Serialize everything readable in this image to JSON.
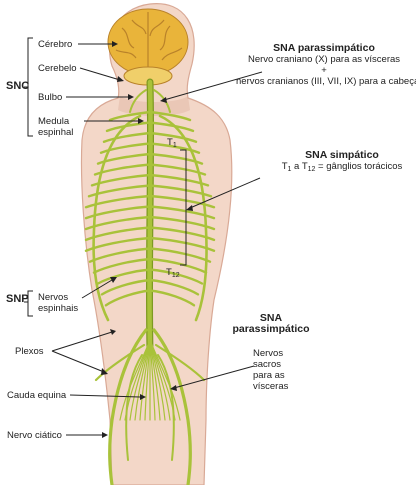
{
  "groups": {
    "snc": "SNC",
    "snp": "SNP"
  },
  "labels": {
    "cerebro": "Cérebro",
    "cerebelo": "Cerebelo",
    "bulbo": "Bulbo",
    "medula_l1": "Medula",
    "medula_l2": "espinhal",
    "nervos_espinhais_l1": "Nervos",
    "nervos_espinhais_l2": "espinhais",
    "plexos": "Plexos",
    "cauda_equina": "Cauda equina",
    "nervo_ciatico": "Nervo ciático",
    "t1": "T",
    "t1_sub": "1",
    "t12": "T",
    "t12_sub": "12"
  },
  "sna_parassimpatico_top": {
    "title": "SNA parassimpático",
    "line1": "Nervo craniano (X) para as vísceras",
    "line2": "+",
    "line3": "nervos cranianos (III, VII, IX) para a cabeça"
  },
  "sna_simpatico": {
    "title": "SNA simpático",
    "t_prefix": "T",
    "t_sub1": "1",
    "t_mid": " a T",
    "t_sub2": "12",
    "t_suffix": " = gânglios torácicos"
  },
  "sna_parassimpatico_bottom": {
    "title_l1": "SNA",
    "title_l2": "parassimpático",
    "line1": "Nervos",
    "line2": "sacros",
    "line3": "para as",
    "line4": "vísceras"
  },
  "colors": {
    "skin": "#f3d7c8",
    "skin_edge": "#d9a996",
    "nerve": "#a9c23a",
    "nerve_dark": "#7e9a22",
    "brain": "#e9b43a",
    "brain_dark": "#b9822a",
    "cerebellum": "#f0cf6a"
  }
}
